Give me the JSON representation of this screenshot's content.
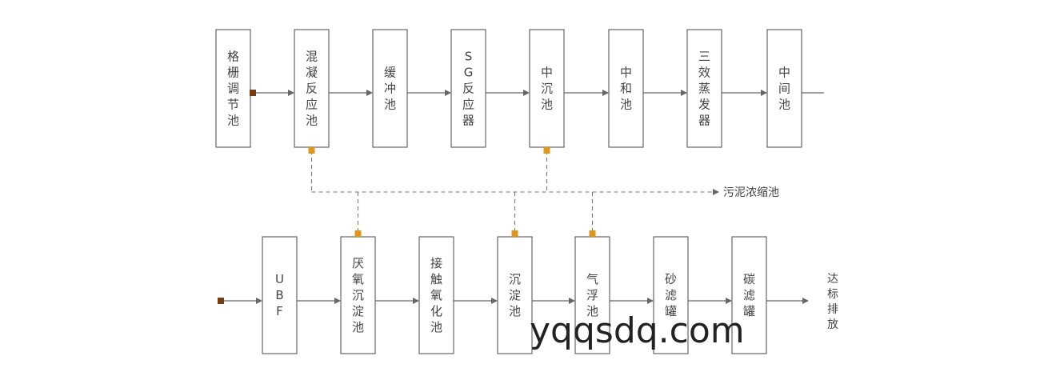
{
  "colors": {
    "box_border": "#666666",
    "arrow": "#666666",
    "dashed": "#777777",
    "orange_marker": "#e0961a",
    "brown_marker": "#7a3b10"
  },
  "top_row": [
    {
      "id": "t1",
      "label": "格栅调节池"
    },
    {
      "id": "t2",
      "label": "混凝反应池"
    },
    {
      "id": "t3",
      "label": "缓冲池"
    },
    {
      "id": "t4",
      "label": "SG反应器"
    },
    {
      "id": "t5",
      "label": "中沉池"
    },
    {
      "id": "t6",
      "label": "中和池"
    },
    {
      "id": "t7",
      "label": "三效蒸发器"
    },
    {
      "id": "t8",
      "label": "中间池"
    }
  ],
  "bottom_row": [
    {
      "id": "b1",
      "label": "UBF"
    },
    {
      "id": "b2",
      "label": "厌氧沉淀池"
    },
    {
      "id": "b3",
      "label": "接触氧化池"
    },
    {
      "id": "b4",
      "label": "沉淀池"
    },
    {
      "id": "b5",
      "label": "气浮池"
    },
    {
      "id": "b6",
      "label": "砂滤罐"
    },
    {
      "id": "b7",
      "label": "碳滤罐"
    }
  ],
  "sludge_label": "污泥浓缩池",
  "discharge_label": "达标排放",
  "watermark": "yqqsdq.com"
}
